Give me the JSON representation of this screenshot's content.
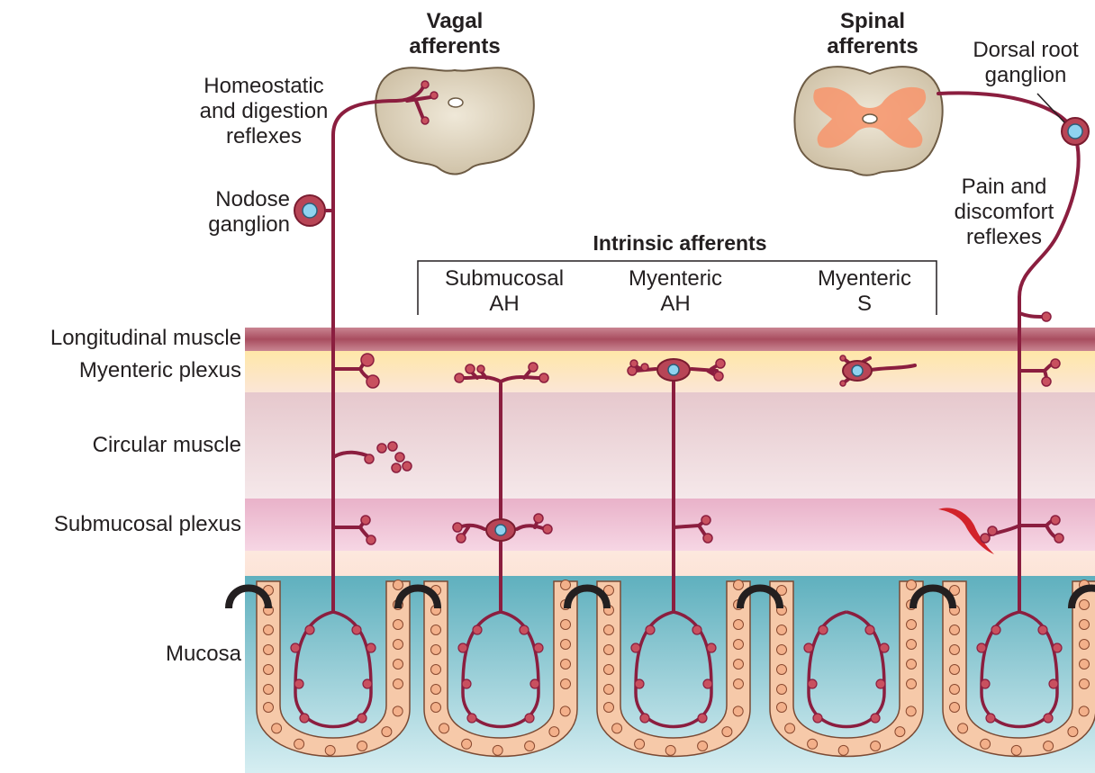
{
  "vagal": {
    "title_line1": "Vagal",
    "title_line2": "afferents"
  },
  "spinal": {
    "title_line1": "Spinal",
    "title_line2": "afferents"
  },
  "homeostatic": {
    "line1": "Homeostatic",
    "line2": "and digestion",
    "line3": "reflexes"
  },
  "nodose": {
    "line1": "Nodose",
    "line2": "ganglion"
  },
  "drg": {
    "line1": "Dorsal root",
    "line2": "ganglion"
  },
  "pain": {
    "line1": "Pain and",
    "line2": "discomfort",
    "line3": "reflexes"
  },
  "intrinsic": {
    "title": "Intrinsic afferents",
    "columns": [
      {
        "line1": "Submucosal",
        "line2": "AH"
      },
      {
        "line1": "Myenteric",
        "line2": "AH"
      },
      {
        "line1": "Myenteric",
        "line2": "S"
      }
    ]
  },
  "layers": [
    {
      "label": "Longitudinal muscle",
      "color": "#b8616f"
    },
    {
      "label": "Myenteric plexus",
      "color": "#fbe3b2"
    },
    {
      "label": "Circular muscle",
      "color": "#ecd5d6"
    },
    {
      "label": "Submucosal plexus",
      "color": "#f3c7da"
    },
    {
      "label": "Mucosa",
      "color": "#fbdcc6"
    }
  ],
  "colors": {
    "nerve": "#8b1e3f",
    "cord": "#ddd3bf",
    "cord_grey_matter": "#f7946b",
    "lumen": "#a8d8e0",
    "nucleus": "#8fd3f0",
    "epithelium": "#f6c9a9"
  }
}
